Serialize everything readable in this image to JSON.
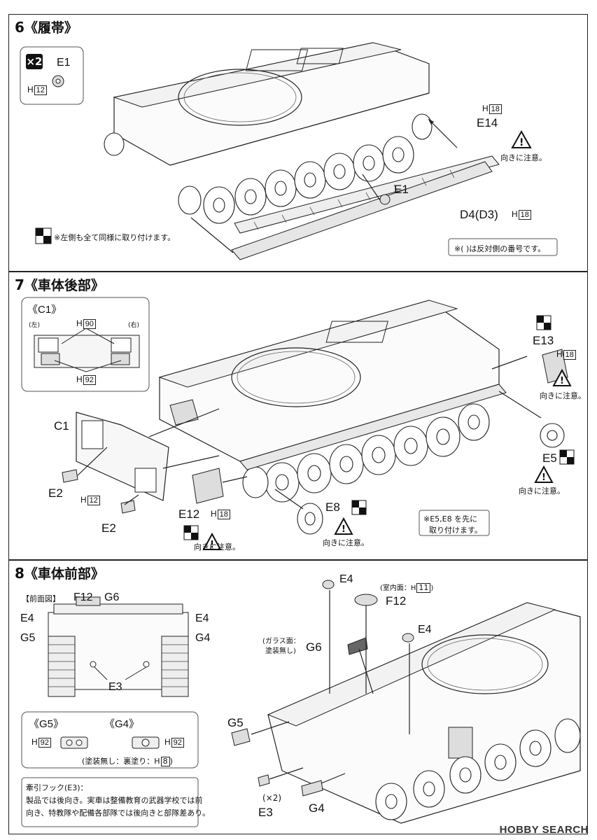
{
  "step6": {
    "number": "6",
    "title": "《履帯》",
    "x2_badge": "×2",
    "parts": {
      "e1_top": "E1",
      "h12": "12",
      "h_letter": "H",
      "h18_top": "18",
      "e14": "E14",
      "e1_mid": "E1",
      "d4d3": "D4(D3)",
      "h18_mid": "18"
    },
    "caution": "向きに注意。",
    "note_left": "※左側も全て同様に取り付けます。",
    "note_right": "※( )は反対側の番号です。"
  },
  "step7": {
    "number": "7",
    "title": "《車体後部》",
    "inset_title": "《C1》",
    "inset_left": "(左)",
    "inset_right": "(右)",
    "h90": "90",
    "h92": "92",
    "parts": {
      "c1": "C1",
      "e2_a": "E2",
      "e2_b": "E2",
      "h12": "12",
      "e12": "E12",
      "h18_e12": "18",
      "e8": "E8",
      "e13": "E13",
      "h18_e13": "18",
      "e5": "E5"
    },
    "caution_e12": "向きに注意。",
    "caution_e8": "向きに注意。",
    "caution_e13": "向きに注意。",
    "caution_e5": "向きに注意。",
    "note_line1": "※E5,E8 を先に",
    "note_line2": "取り付けます。"
  },
  "step8": {
    "number": "8",
    "title": "《車体前部》",
    "front_view": "【前面図】",
    "front_labels": {
      "f12": "F12",
      "g6": "G6",
      "e4_l": "E4",
      "e4_r": "E4",
      "g5": "G5",
      "g4": "G4",
      "e3": "E3"
    },
    "inset_g5": "《G5》",
    "inset_g4": "《G4》",
    "h92_l": "92",
    "h92_r": "92",
    "paint_note": "(塗装無し：裏塗り：H",
    "paint_h8": "8",
    "paint_close": ")",
    "hook_title": "牽引フック(E3)：",
    "hook_line1": "製品では後向き。実車は整備教育の武器学校では前",
    "hook_line2": "向き、特教隊や配備各部隊では後向きと部隊差あり。",
    "parts": {
      "e4_top": "E4",
      "interior": "(室内面：H",
      "h11": "11",
      "interior_close": ")",
      "f12": "F12",
      "e4_right": "E4",
      "glass_note1": "(ガラス面：",
      "glass_note2": "塗装無し)",
      "g6": "G6",
      "g5": "G5",
      "x2": "(×2)",
      "e3": "E3",
      "g4": "G4"
    }
  },
  "watermark": "HOBBY SEARCH"
}
